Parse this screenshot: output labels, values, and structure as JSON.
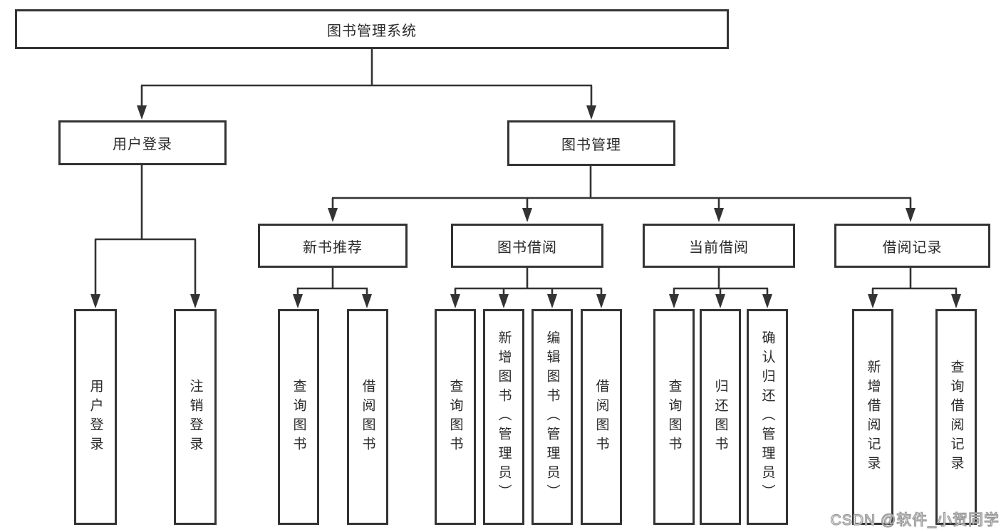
{
  "diagram": {
    "root": {
      "label": "图书管理系统"
    },
    "branches": {
      "user_login": {
        "label": "用户登录",
        "children": {
          "login": {
            "label": "用户登录"
          },
          "logout": {
            "label": "注销登录"
          }
        }
      },
      "book_management": {
        "label": "图书管理",
        "children": {
          "new_book_recommend": {
            "label": "新书推荐",
            "children": {
              "query_books": {
                "label": "查询图书"
              },
              "borrow_books": {
                "label": "借阅图书"
              }
            }
          },
          "book_borrowing": {
            "label": "图书借阅",
            "children": {
              "query_books": {
                "label": "查询图书"
              },
              "add_books_admin": {
                "label": "新增图书（管理员）"
              },
              "edit_books_admin": {
                "label": "编辑图书（管理员）"
              },
              "borrow_books": {
                "label": "借阅图书"
              }
            }
          },
          "current_borrowing": {
            "label": "当前借阅",
            "children": {
              "query_books": {
                "label": "查询图书"
              },
              "return_books": {
                "label": "归还图书"
              },
              "confirm_return_admin": {
                "label": "确认归还（管理员）"
              }
            }
          },
          "borrowing_records": {
            "label": "借阅记录",
            "children": {
              "add_borrow_record": {
                "label": "新增借阅记录"
              },
              "query_borrow_record": {
                "label": "查询借阅记录"
              }
            }
          }
        }
      }
    }
  },
  "watermark": {
    "text": "CSDN @软件_小贺同学"
  },
  "colors": {
    "line": "#333333",
    "box_border": "#333333",
    "text": "#2a2a2a",
    "background": "#ffffff",
    "watermark_fill": "#ffffff",
    "watermark_outline": "#999999"
  }
}
